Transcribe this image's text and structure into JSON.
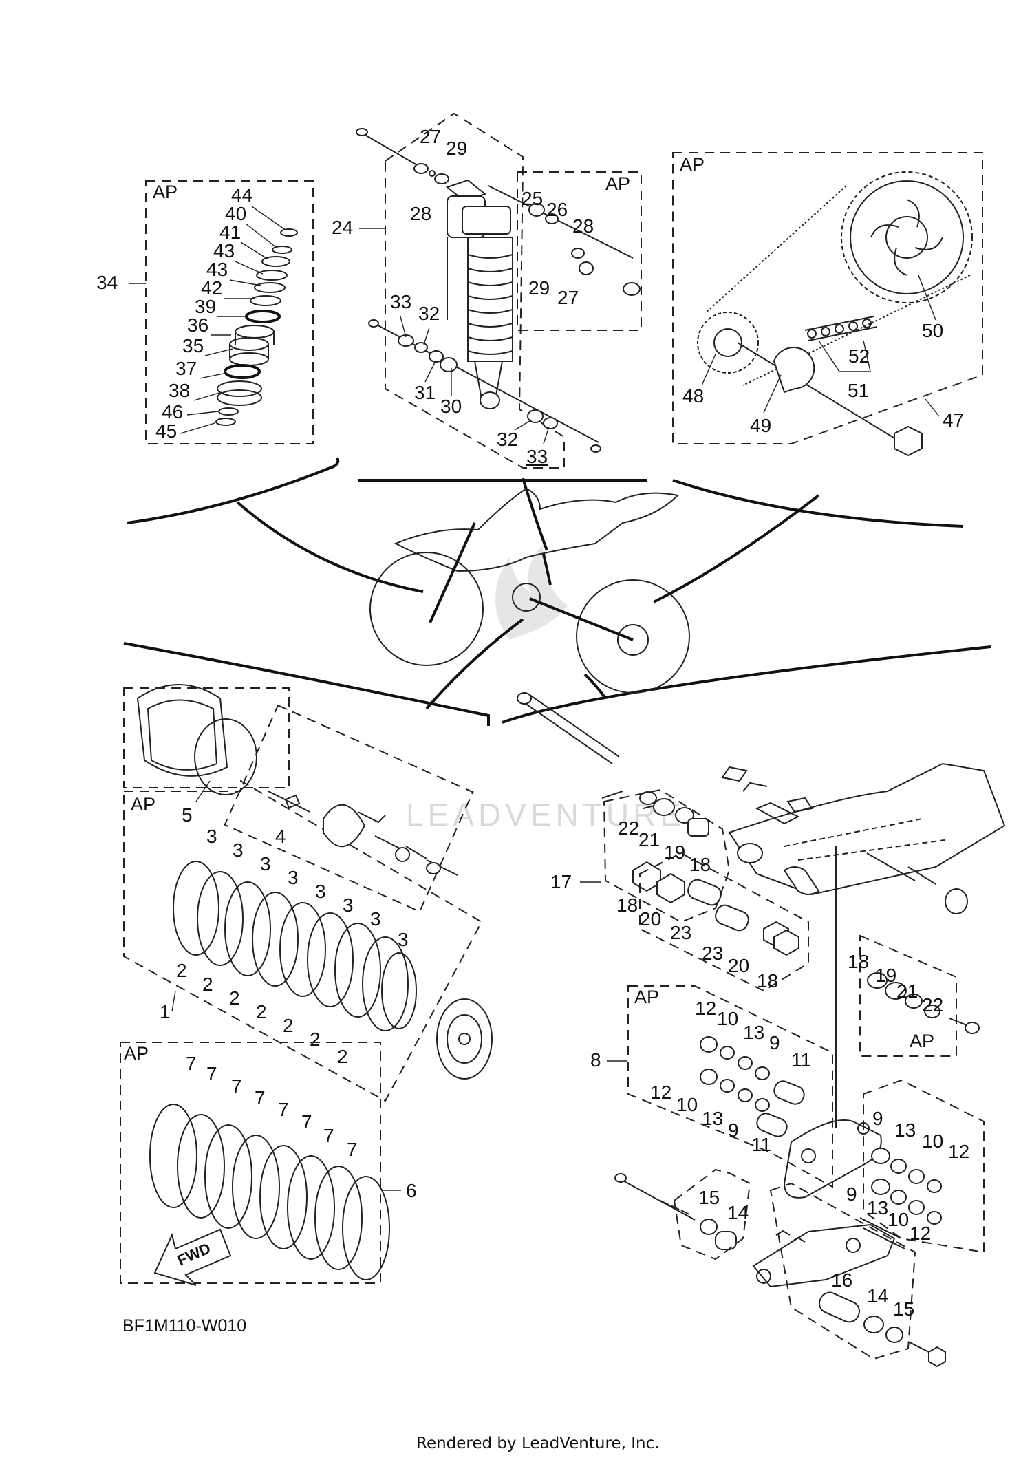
{
  "diagram": {
    "code": "BF1M110-W010",
    "footer": "Rendered by LeadVenture, Inc.",
    "watermark": "LEADVENTURE",
    "ap_label": "AP",
    "fwd_label": "FWD"
  },
  "callouts": {
    "p44": "44",
    "p40": "40",
    "p41": "41",
    "p43a": "43",
    "p43b": "43",
    "p42": "42",
    "p39": "39",
    "p36": "36",
    "p35": "35",
    "p37": "37",
    "p38": "38",
    "p46": "46",
    "p45": "45",
    "p34": "34",
    "p27a": "27",
    "p29a": "29",
    "p28a": "28",
    "p24": "24",
    "p25": "25",
    "p26": "26",
    "p28b": "28",
    "p29b": "29",
    "p27b": "27",
    "p33a": "33",
    "p32a": "32",
    "p31": "31",
    "p30": "30",
    "p32b": "32",
    "p33b": "33",
    "p50": "50",
    "p48": "48",
    "p52": "52",
    "p51": "51",
    "p49": "49",
    "p47": "47",
    "p5": "5",
    "p4": "4",
    "p1": "1",
    "p6": "6",
    "p3_1": "3",
    "p3_2": "3",
    "p3_3": "3",
    "p3_4": "3",
    "p3_5": "3",
    "p3_6": "3",
    "p3_7": "3",
    "p3_8": "3",
    "p2_1": "2",
    "p2_2": "2",
    "p2_3": "2",
    "p2_4": "2",
    "p2_5": "2",
    "p2_6": "2",
    "p2_7": "2",
    "p7_1": "7",
    "p7_2": "7",
    "p7_3": "7",
    "p7_4": "7",
    "p7_5": "7",
    "p7_6": "7",
    "p7_7": "7",
    "p7_8": "7",
    "p22a": "22",
    "p21a": "21",
    "p19a": "19",
    "p18a": "18",
    "p17": "17",
    "p18b": "18",
    "p20a": "20",
    "p23a": "23",
    "p23b": "23",
    "p20b": "20",
    "p18c": "18",
    "p18d": "18",
    "p19b": "19",
    "p21b": "21",
    "p22b": "22",
    "p8": "8",
    "p12a": "12",
    "p10a": "10",
    "p13a": "13",
    "p9a": "9",
    "p11a": "11",
    "p12b": "12",
    "p10b": "10",
    "p13b": "13",
    "p9b": "9",
    "p11b": "11",
    "p9c": "9",
    "p13c": "13",
    "p10c": "10",
    "p12c": "12",
    "p9d": "9",
    "p13d": "13",
    "p10d": "10",
    "p12d": "12",
    "p15a": "15",
    "p14a": "14",
    "p16": "16",
    "p14b": "14",
    "p15b": "15"
  }
}
